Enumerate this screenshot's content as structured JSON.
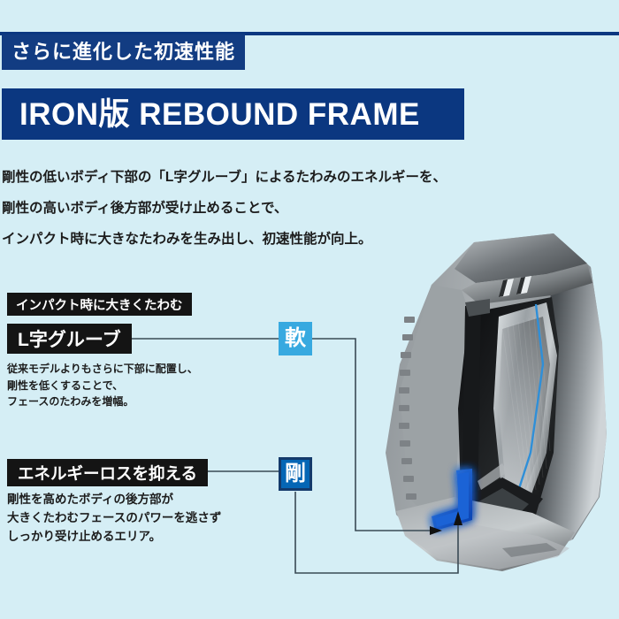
{
  "page": {
    "background_color": "#d5eef5",
    "navy": "#0b3780",
    "badge_navy": "#123c82",
    "chip_black": "#141414",
    "soft_blue": "#37a9e0",
    "hard_blue": "#0566b5",
    "hard_border": "#143a6b",
    "line_color": "#3a4a55",
    "groove_blue": "#1b63d6"
  },
  "header": {
    "subtitle_badge": "さらに進化した初速性能",
    "title": "IRON版 REBOUND FRAME"
  },
  "lead": {
    "lines": [
      "剛性の低いボディ下部の「L字グルーブ」によるたわみのエネルギーを、",
      "剛性の高いボディ後方部が受け止めることで、",
      "インパクト時に大きなたわみを生み出し、初速性能が向上。"
    ]
  },
  "annotations": [
    {
      "kicker": "インパクト時に大きくたわむ",
      "title": "L字グルーブ",
      "marker": "軟",
      "marker_name": "soft-marker",
      "description": [
        "従来モデルよりもさらに下部に配置し、",
        "剛性を低くすることで、",
        "フェースのたわみを増幅。"
      ]
    },
    {
      "kicker": "",
      "title": "エネルギーロスを抑える",
      "marker": "剛",
      "marker_name": "hard-marker",
      "description": [
        "剛性を高めたボディの後方部が",
        "大きくたわむフェースのパワーを逃さず",
        "しっかり受け止めるエリア。"
      ]
    }
  ],
  "product_image": {
    "name": "golf-iron-head-cutaway",
    "alt": "アイアンヘッド断面イラスト"
  }
}
